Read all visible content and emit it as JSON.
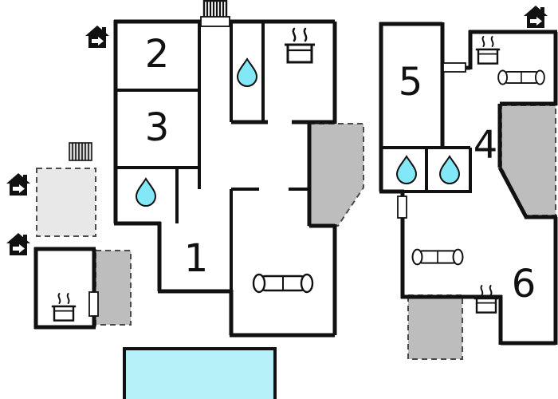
{
  "plan": {
    "title": "holiday-home-floor-plan",
    "rooms": [
      {
        "id": "room-1",
        "label": "1"
      },
      {
        "id": "room-2",
        "label": "2"
      },
      {
        "id": "room-3",
        "label": "3"
      },
      {
        "id": "room-4",
        "label": "4"
      },
      {
        "id": "room-5",
        "label": "5"
      },
      {
        "id": "room-6",
        "label": "6"
      }
    ],
    "colors": {
      "wall": "#111111",
      "water": "#82e8f7",
      "pool": "#b6f0f8",
      "terrace": "#bdbdbd",
      "patio_light": "#e8e8e8",
      "background": "#ffffff"
    },
    "icons": {
      "entrance": "house-entrance-icon",
      "kitchen": "cooking-pot-icon",
      "bathroom": "water-drop-icon",
      "living": "sofa-icon",
      "heating": "radiator-icon",
      "stairs": "stairs-icon",
      "door": "door-icon",
      "pool": "swimming-pool"
    }
  }
}
